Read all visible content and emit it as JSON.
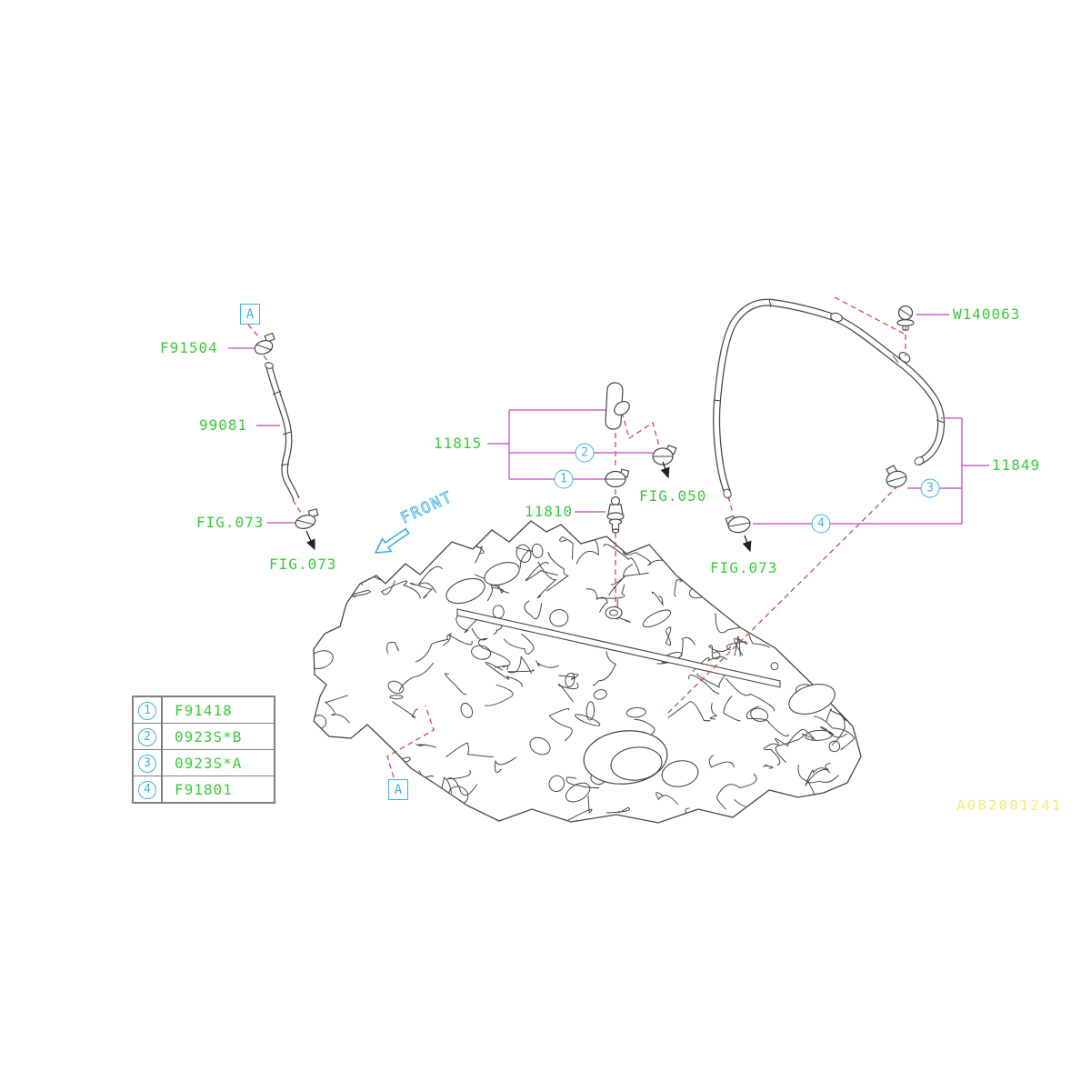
{
  "diagram": {
    "part_labels": {
      "f91504": "F91504",
      "hose_99081": "99081",
      "fig073_left": "FIG.073",
      "fig073_left_lower": "FIG.073",
      "valve_11815": "11815",
      "pcv_11810": "11810",
      "fig050": "FIG.050",
      "fig073_right": "FIG.073",
      "bolt_w140063": "W140063",
      "hose_11849": "11849"
    },
    "section_markers": {
      "top": "A",
      "bottom": "A"
    },
    "front_label": "FRONT",
    "drawing_number": "A082001241",
    "callouts": [
      "1",
      "2",
      "3",
      "4"
    ],
    "legend": {
      "rows": [
        {
          "num": "1",
          "part": "F91418"
        },
        {
          "num": "2",
          "part": "0923S*B"
        },
        {
          "num": "3",
          "part": "0923S*A"
        },
        {
          "num": "4",
          "part": "F91801"
        }
      ]
    },
    "colors": {
      "label_green": "#3cc83c",
      "leader_magenta": "#cb63cb",
      "marker_cyan": "#3cb0e0",
      "dash_red": "#c8504c",
      "code_yellow": "#eeee78",
      "line_gray": "#464646"
    }
  }
}
